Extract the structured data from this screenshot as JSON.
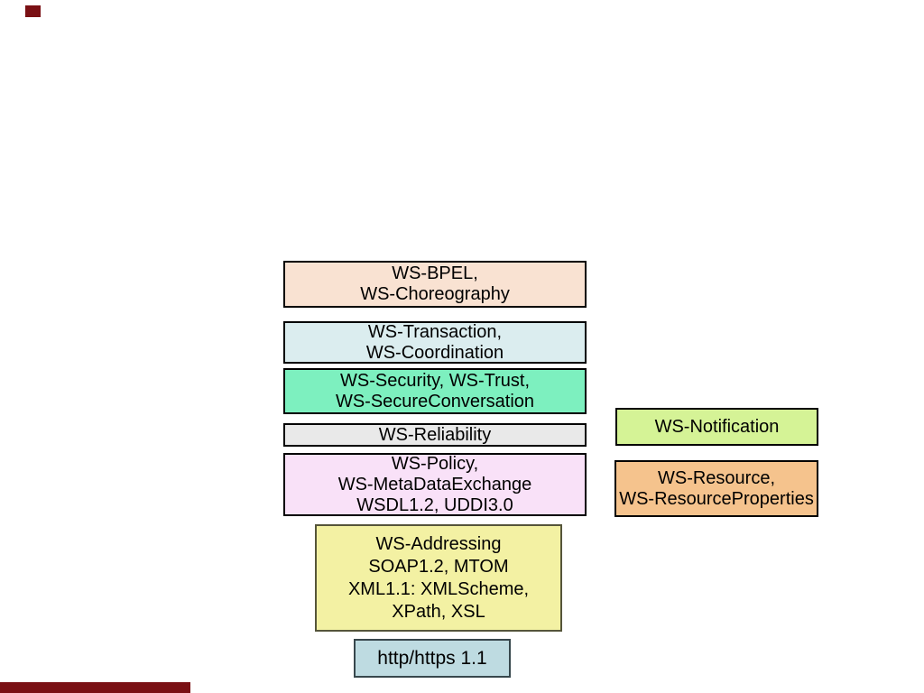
{
  "slide": {
    "background": "#FFFFFF",
    "decor": {
      "corner_square_color": "#7A1014",
      "footer_bar_color": "#7A1014"
    },
    "stack_boxes": [
      {
        "name": "ws-bpel",
        "fill": "#F9E2D2",
        "border": "#000000",
        "lines": [
          "WS-BPEL,",
          "WS-Choreography"
        ]
      },
      {
        "name": "ws-transaction",
        "fill": "#DBEDEF",
        "border": "#000000",
        "lines": [
          "WS-Transaction,",
          "WS-Coordination"
        ]
      },
      {
        "name": "ws-security",
        "fill": "#7DF0BF",
        "border": "#000000",
        "lines": [
          "WS-Security, WS-Trust,",
          "WS-SecureConversation"
        ]
      },
      {
        "name": "ws-reliability",
        "fill": "#E9E9E9",
        "border": "#000000",
        "lines": [
          "WS-Reliability"
        ]
      },
      {
        "name": "ws-policy",
        "fill": "#F9E1F8",
        "border": "#000000",
        "lines": [
          "WS-Policy,",
          "WS-MetaDataExchange",
          "WSDL1.2, UDDI3.0"
        ]
      },
      {
        "name": "ws-addressing",
        "fill": "#F3F1A3",
        "border": "#55553A",
        "lines": [
          "WS-Addressing",
          "SOAP1.2, MTOM",
          "XML1.1: XMLScheme,",
          "XPath, XSL"
        ]
      },
      {
        "name": "http-https",
        "fill": "#BEDBE1",
        "border": "#37474C",
        "lines": [
          "http/https 1.1"
        ]
      }
    ],
    "side_boxes": [
      {
        "name": "ws-notification",
        "fill": "#D5F396",
        "border": "#000000",
        "lines": [
          "WS-Notification"
        ]
      },
      {
        "name": "ws-resource",
        "fill": "#F5C38D",
        "border": "#000000",
        "lines": [
          "WS-Resource,",
          "WS-ResourceProperties"
        ]
      }
    ]
  }
}
